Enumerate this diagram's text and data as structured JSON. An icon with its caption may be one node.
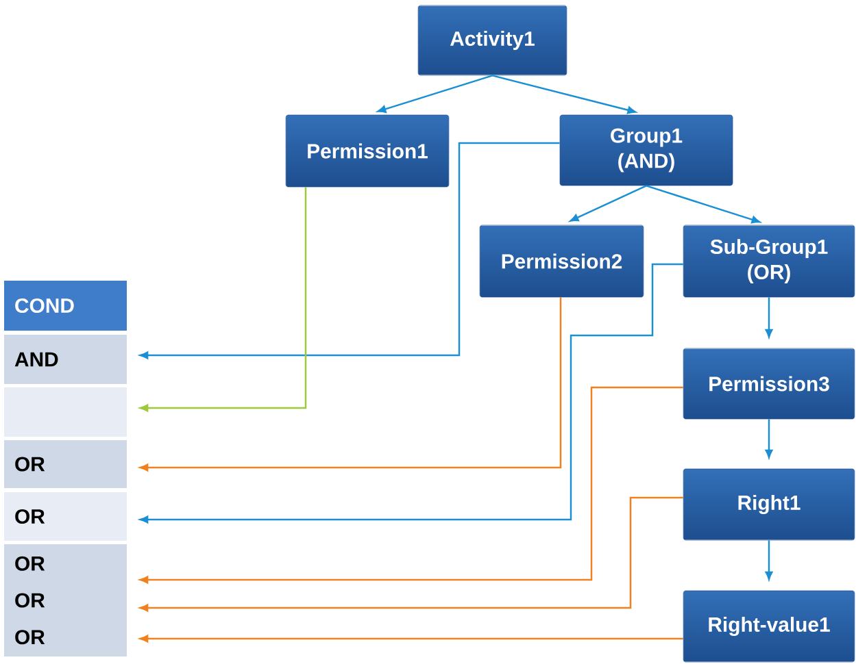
{
  "diagram": {
    "nodes": [
      {
        "text": [
          "Activity1"
        ]
      },
      {
        "text": [
          "Permission1"
        ]
      },
      {
        "text": [
          "Group1 (AND)"
        ]
      },
      {
        "text": [
          "Permission2"
        ]
      },
      {
        "text": [
          "Sub-Group1 (OR)"
        ]
      },
      {
        "text": [
          "Permission3"
        ]
      },
      {
        "text": [
          "Right1"
        ]
      },
      {
        "text": [
          "Right-value1"
        ]
      },
      {
        "text": [
          "COND"
        ]
      },
      {
        "text": [
          "AND"
        ]
      },
      {
        "text": [],
        "shape": "box"
      },
      {
        "text": [
          "OR"
        ]
      },
      {
        "text": [
          "OR"
        ]
      },
      {
        "text": [
          "OR",
          "OR",
          "OR"
        ]
      }
    ],
    "edges": [
      {
        "from": 0,
        "to": 1,
        "arrow": "to"
      },
      {
        "from": 0,
        "to": 2,
        "arrow": "to"
      },
      {
        "from": 2,
        "to": 3,
        "arrow": "to"
      },
      {
        "from": 2,
        "to": 4,
        "arrow": "to"
      },
      {
        "from": 4,
        "to": 5,
        "arrow": "to"
      },
      {
        "from": 5,
        "to": 6,
        "arrow": "to"
      },
      {
        "from": 6,
        "to": 7,
        "arrow": "to"
      },
      {
        "from": 2,
        "to": 9,
        "arrow": "to"
      },
      {
        "from": 1,
        "to": 10,
        "arrow": "to",
        "color": "#9dc93b"
      },
      {
        "from": 3,
        "to": 11,
        "arrow": "to",
        "color": "#f08020"
      },
      {
        "from": 4,
        "to": 12,
        "arrow": "to"
      },
      {
        "from": 5,
        "to": 13,
        "arrow": "to",
        "color": "#f08020"
      },
      {
        "from": 6,
        "to": 13,
        "arrow": "to",
        "color": "#f08020"
      },
      {
        "from": 7,
        "to": 13,
        "arrow": "to",
        "color": "#f08020"
      }
    ]
  }
}
